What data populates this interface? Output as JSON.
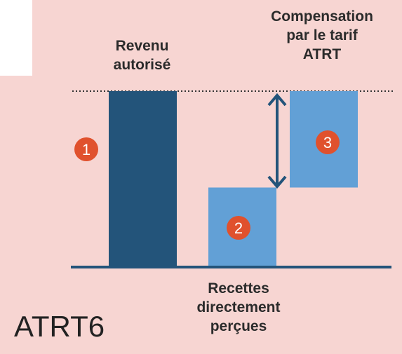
{
  "chart_data": {
    "type": "waterfall",
    "title": "",
    "xlabel": "",
    "ylabel": "",
    "ylim": [
      0,
      100
    ],
    "grid": false,
    "bars": [
      {
        "badge": "1",
        "label_lines": [
          "Revenu",
          "autorisé"
        ],
        "base": 0,
        "value": 100,
        "color": "#23547a"
      },
      {
        "badge": "2",
        "label_lines": [
          "Recettes",
          "directement",
          "perçues"
        ],
        "base": 0,
        "value": 45,
        "color": "#62a0d6"
      },
      {
        "badge": "3",
        "label_lines": [
          "Compensation",
          "par le tarif",
          "ATRT"
        ],
        "base": 45,
        "value": 55,
        "color": "#62a0d6"
      }
    ]
  },
  "footer_label": "ATRT6",
  "colors": {
    "background": "#f7d5d2",
    "badge": "#e0512d",
    "axis": "#23547a",
    "arrow": "#23547a",
    "dotted_line": "#333333"
  }
}
